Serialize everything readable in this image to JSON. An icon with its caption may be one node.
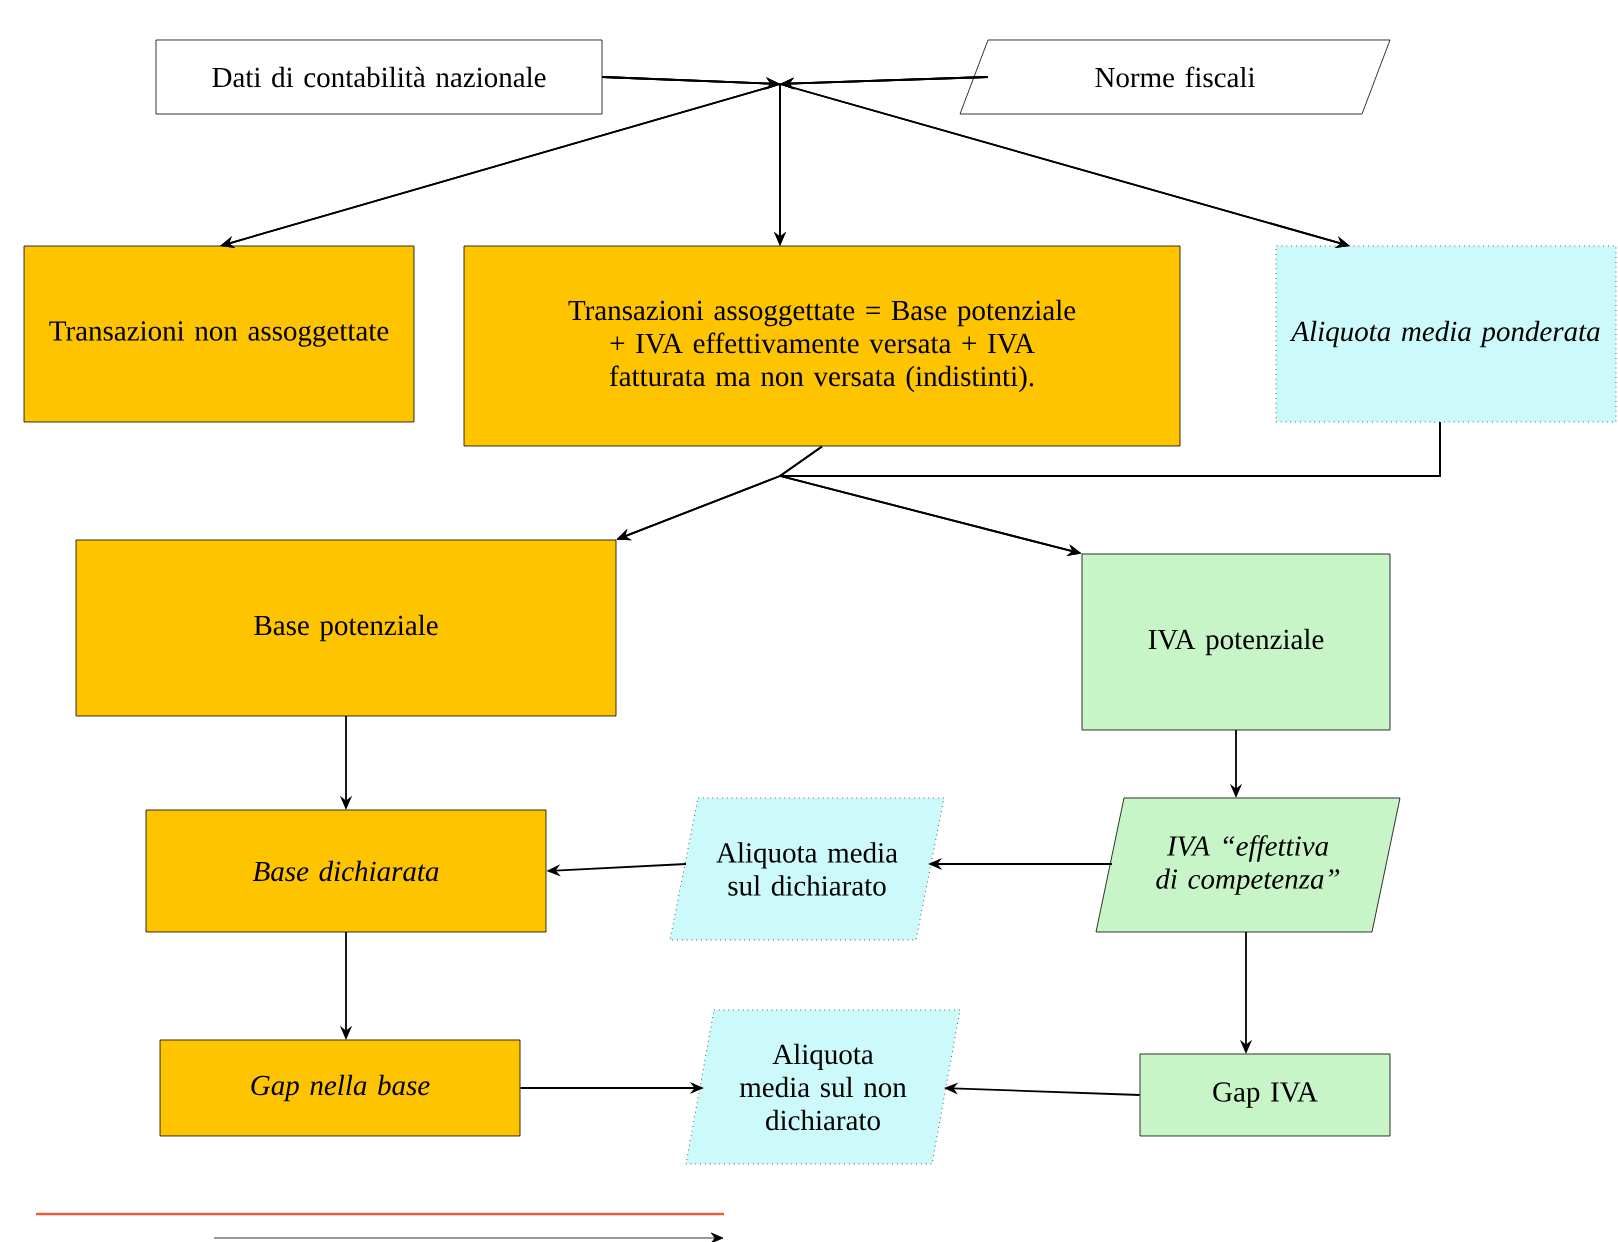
{
  "diagram": {
    "nodes": [
      {
        "text": [
          "Dati di contabilità nazionale"
        ]
      },
      {
        "text": [
          "Norme fiscali"
        ]
      },
      {
        "text": [
          "Transazioni non assoggettate"
        ]
      },
      {
        "text": [
          "Transazioni assoggettate = Base potenziale + IVA effettivamente versata + IVA fatturata ma non versata (indistinti)."
        ]
      },
      {
        "text": [
          "Aliquota media ponderata"
        ]
      },
      {
        "text": [
          "Base potenziale"
        ]
      },
      {
        "text": [
          "IVA potenziale"
        ]
      },
      {
        "text": [
          "Base dichiarata"
        ]
      },
      {
        "text": [
          "Aliquota media sul dichiarato"
        ]
      },
      {
        "text": [
          "IVA “effettiva di competenza”"
        ]
      },
      {
        "text": [
          "Gap nella base"
        ]
      },
      {
        "text": [
          "Aliquota media sul non dichiarato"
        ]
      },
      {
        "text": [
          "Gap IVA"
        ]
      }
    ],
    "edges": [
      {
        "from": 0,
        "to": 2,
        "arrow": "to"
      },
      {
        "from": 0,
        "to": 3,
        "arrow": "to"
      },
      {
        "from": 0,
        "to": 4,
        "arrow": "to"
      },
      {
        "from": 1,
        "to": 2,
        "arrow": "to"
      },
      {
        "from": 1,
        "to": 3,
        "arrow": "to"
      },
      {
        "from": 1,
        "to": 4,
        "arrow": "to"
      },
      {
        "from": 3,
        "to": 5,
        "arrow": "to"
      },
      {
        "from": 3,
        "to": 6,
        "arrow": "to"
      },
      {
        "from": 4,
        "to": 5,
        "arrow": "to"
      },
      {
        "from": 4,
        "to": 6,
        "arrow": "to"
      },
      {
        "from": 5,
        "to": 7,
        "arrow": "to"
      },
      {
        "from": 6,
        "to": 9,
        "arrow": "to"
      },
      {
        "from": 9,
        "to": 8,
        "arrow": "to"
      },
      {
        "from": 8,
        "to": 7,
        "arrow": "to"
      },
      {
        "from": 7,
        "to": 10,
        "arrow": "to"
      },
      {
        "from": 9,
        "to": 12,
        "arrow": "to"
      },
      {
        "from": 10,
        "to": 11,
        "arrow": "to"
      },
      {
        "from": 12,
        "to": 11,
        "arrow": "to"
      }
    ]
  }
}
